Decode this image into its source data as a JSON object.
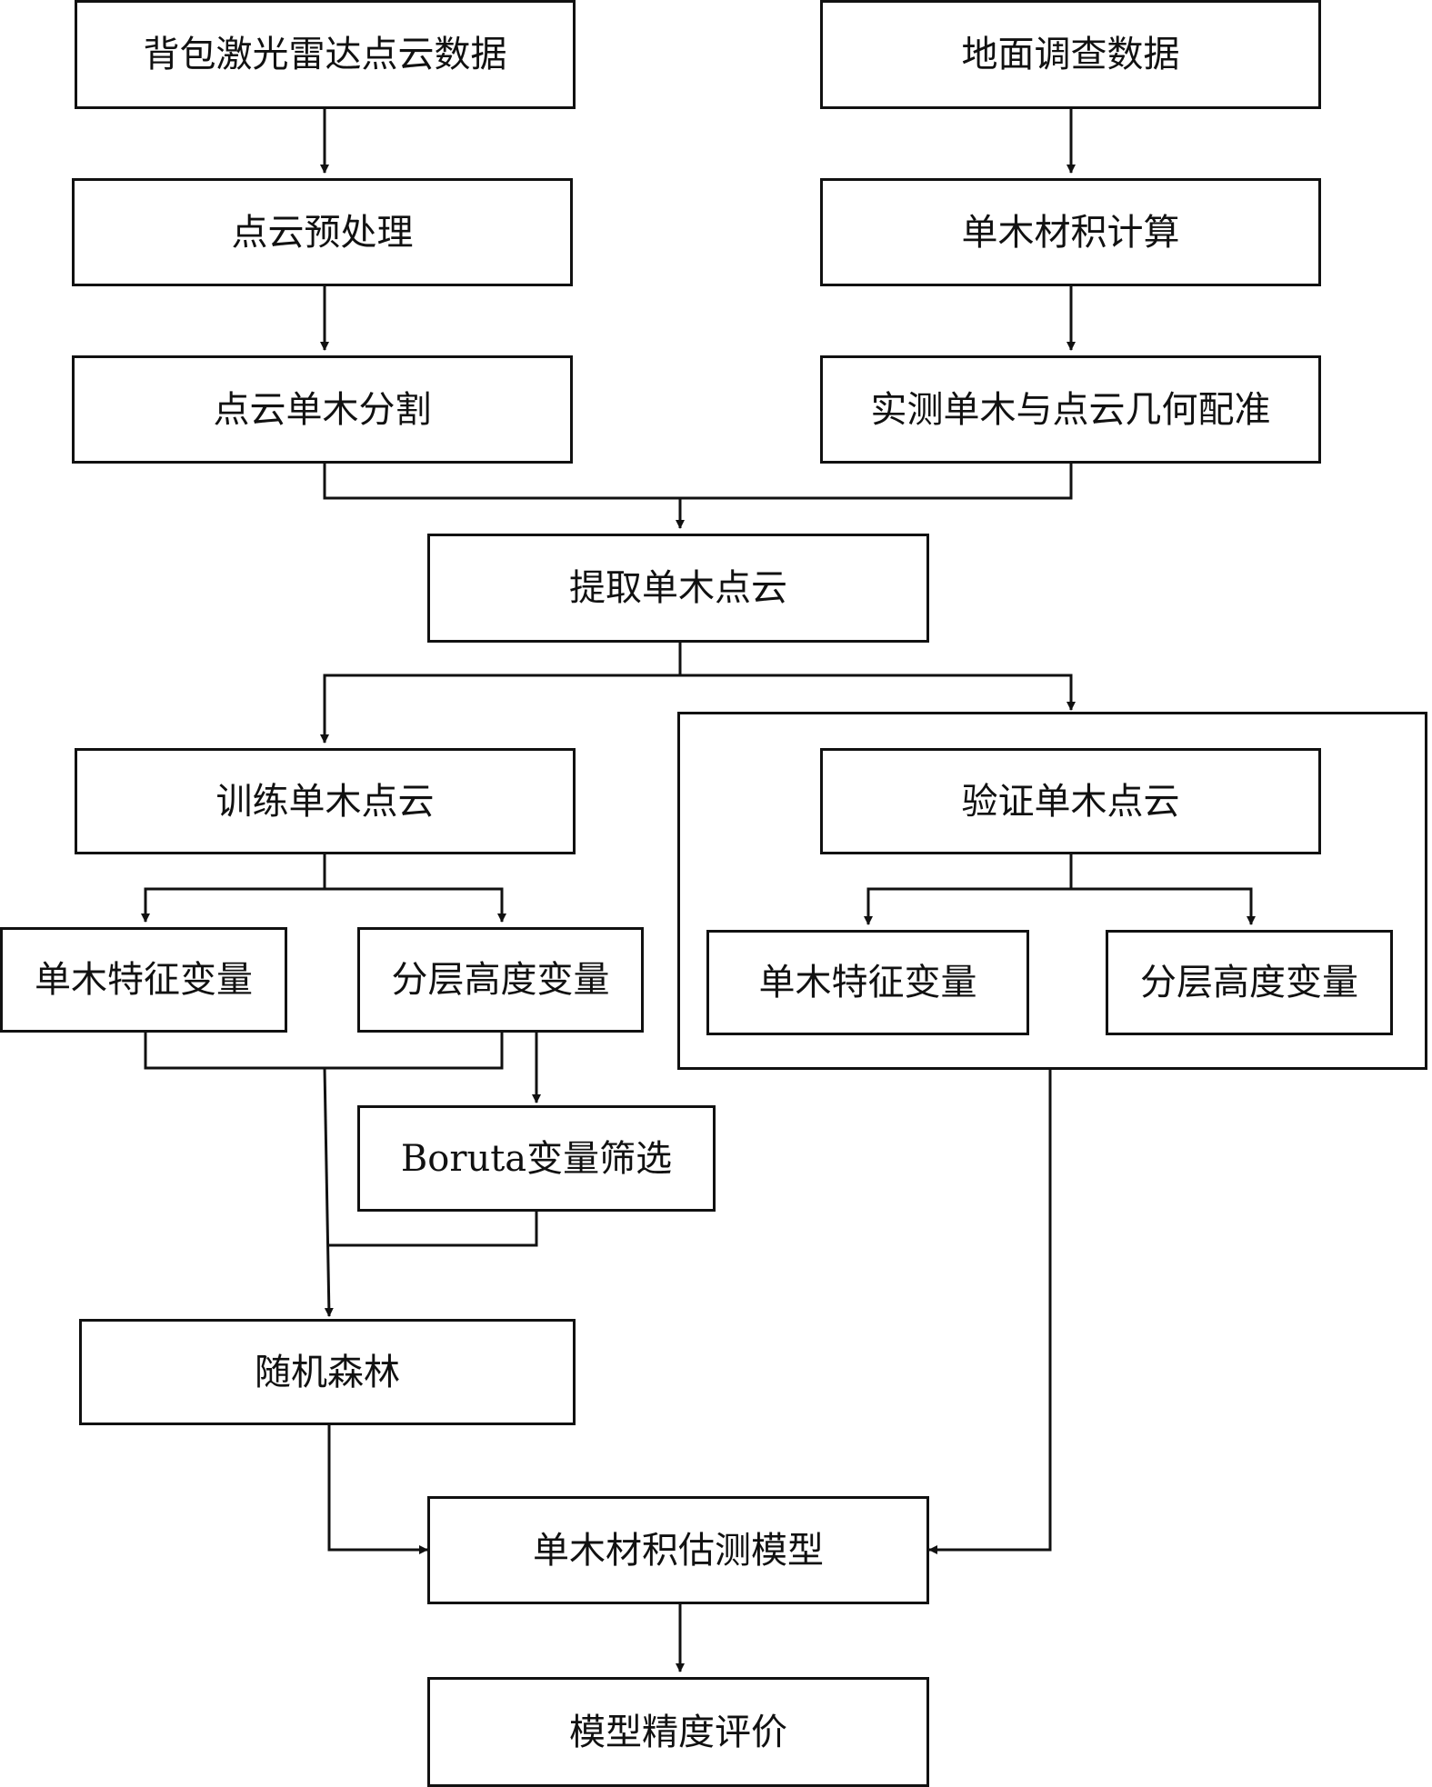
{
  "nodes": {
    "backpack_lidar": "背包激光雷达点云数据",
    "ground_survey": "地面调查数据",
    "preprocess": "点云预处理",
    "volume_calc": "单木材积计算",
    "segmentation": "点云单木分割",
    "registration": "实测单木与点云几何配准",
    "extract": "提取单木点云",
    "train_cloud": "训练单木点云",
    "valid_cloud": "验证单木点云",
    "train_tree_vars": "单木特征变量",
    "train_layer_vars": "分层高度变量",
    "valid_tree_vars": "单木特征变量",
    "valid_layer_vars": "分层高度变量",
    "boruta": "Boruta变量筛选",
    "random_forest": "随机森林",
    "volume_model": "单木材积估测模型",
    "accuracy": "模型精度评价"
  },
  "colors": {
    "line": "#111111",
    "background": "#ffffff"
  }
}
